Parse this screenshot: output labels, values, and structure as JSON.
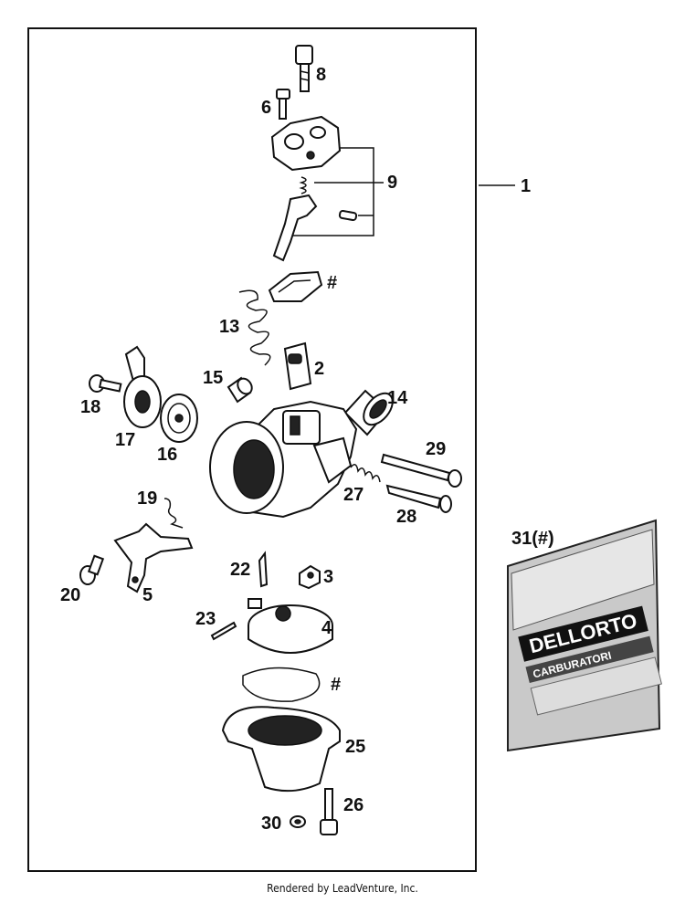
{
  "labels": {
    "p8": "8",
    "p6": "6",
    "p9": "9",
    "p1": "1",
    "hash_gasket_top": "#",
    "p13": "13",
    "p2": "2",
    "p15": "15",
    "p14": "14",
    "p18": "18",
    "p17": "17",
    "p16": "16",
    "p29": "29",
    "p27": "27",
    "p28": "28",
    "p19": "19",
    "p20": "20",
    "p5": "5",
    "p22": "22",
    "p3": "3",
    "p23": "23",
    "p4": "4",
    "hash_gasket_bottom": "#",
    "p25": "25",
    "p30": "30",
    "p26": "26",
    "p31": "31(#)"
  },
  "kit_bag": {
    "brand": "DELLORTO",
    "subtitle": "CARBURATORI"
  },
  "footer": "Rendered by LeadVenture, Inc."
}
